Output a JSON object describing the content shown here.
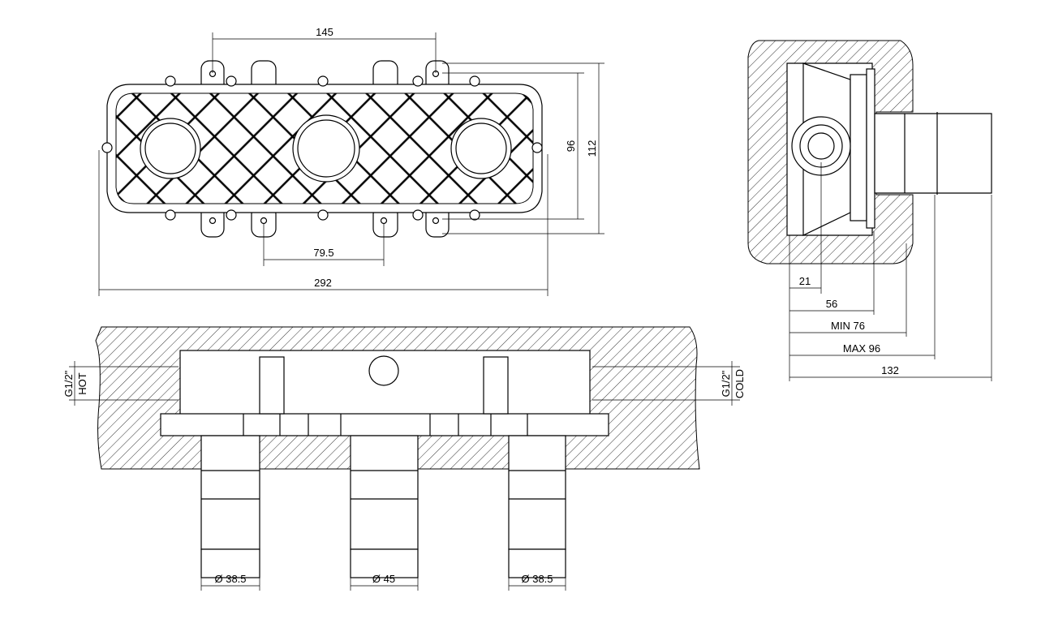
{
  "front_view": {
    "dim_top": "145",
    "dim_bottom": "79.5",
    "dim_overall": "292",
    "dim_height_inner": "96",
    "dim_height_outer": "112"
  },
  "side_view": {
    "dim_21": "21",
    "dim_56": "56",
    "dim_min": "MIN 76",
    "dim_max": "MAX 96",
    "dim_132": "132"
  },
  "top_section": {
    "hot_label": "G1/2\"",
    "hot_sub": "HOT",
    "cold_label": "G1/2\"",
    "cold_sub": "COLD",
    "diameters": [
      "Ø 38.5",
      "Ø 45",
      "Ø 38.5"
    ]
  }
}
